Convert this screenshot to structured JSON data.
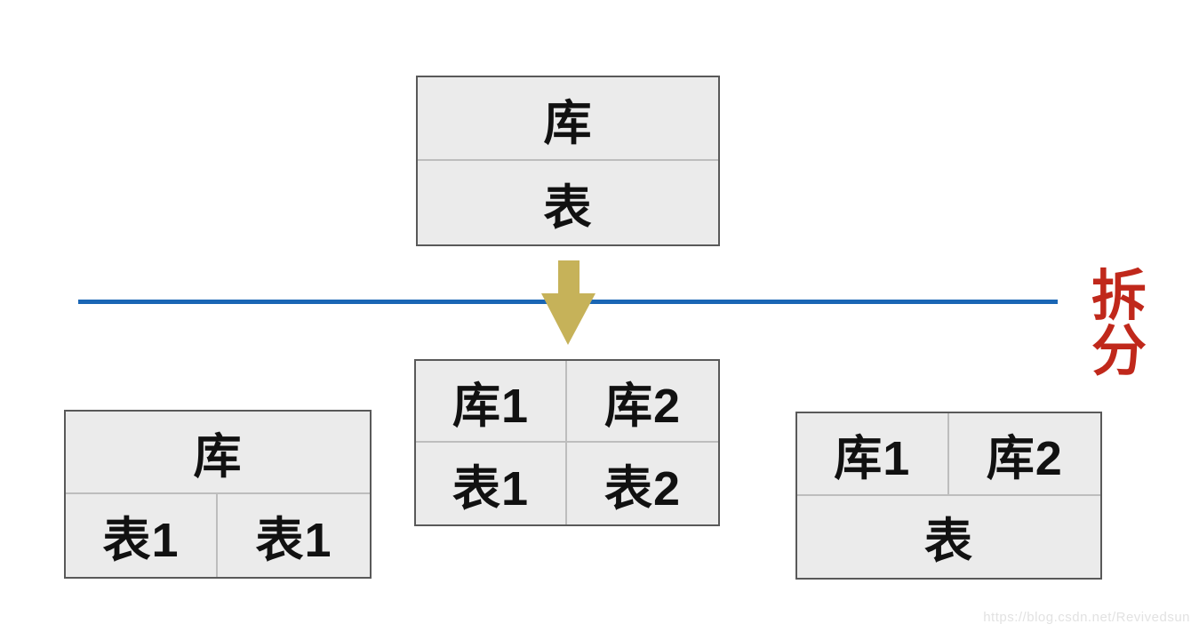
{
  "page": {
    "watermark": "https://blog.csdn.net/Revivedsun"
  },
  "colors": {
    "box_fill": "#ebebeb",
    "box_border": "#595959",
    "box_divider": "#bdbdbd",
    "text": "#111111",
    "line_blue": "#1a66b5",
    "split_red": "#c0281b",
    "arrow_gold": "#c6b259",
    "watermark_gray": "#e2e2e2"
  },
  "diagram": {
    "split_label": "拆分",
    "top_box": {
      "rows": [
        "库",
        "表"
      ]
    },
    "left_box": {
      "top": "库",
      "bottom_left": "表1",
      "bottom_right": "表1"
    },
    "center_box": {
      "cells": [
        [
          "库1",
          "库2"
        ],
        [
          "表1",
          "表2"
        ]
      ]
    },
    "right_box": {
      "top_left": "库1",
      "top_right": "库2",
      "bottom": "表"
    }
  }
}
